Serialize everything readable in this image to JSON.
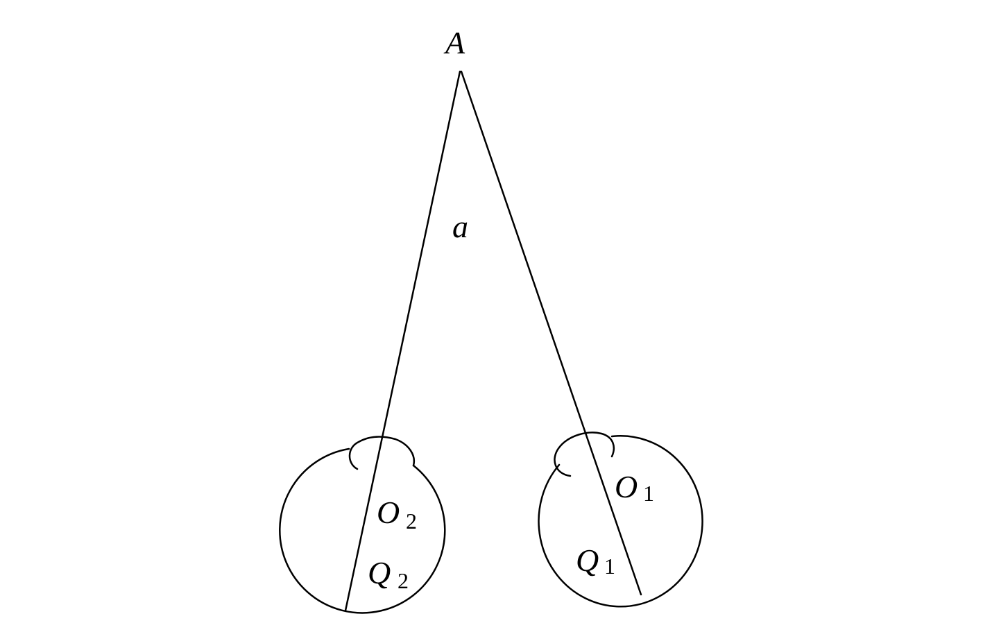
{
  "diagram": {
    "labels": {
      "apex": "A",
      "angle": "a",
      "right_center": {
        "main": "O",
        "sub": "1"
      },
      "right_point": {
        "main": "Q",
        "sub": "1"
      },
      "left_center": {
        "main": "O",
        "sub": "2"
      },
      "left_point": {
        "main": "Q",
        "sub": "2"
      }
    },
    "colors": {
      "stroke": "#000000",
      "background": "#ffffff"
    }
  }
}
